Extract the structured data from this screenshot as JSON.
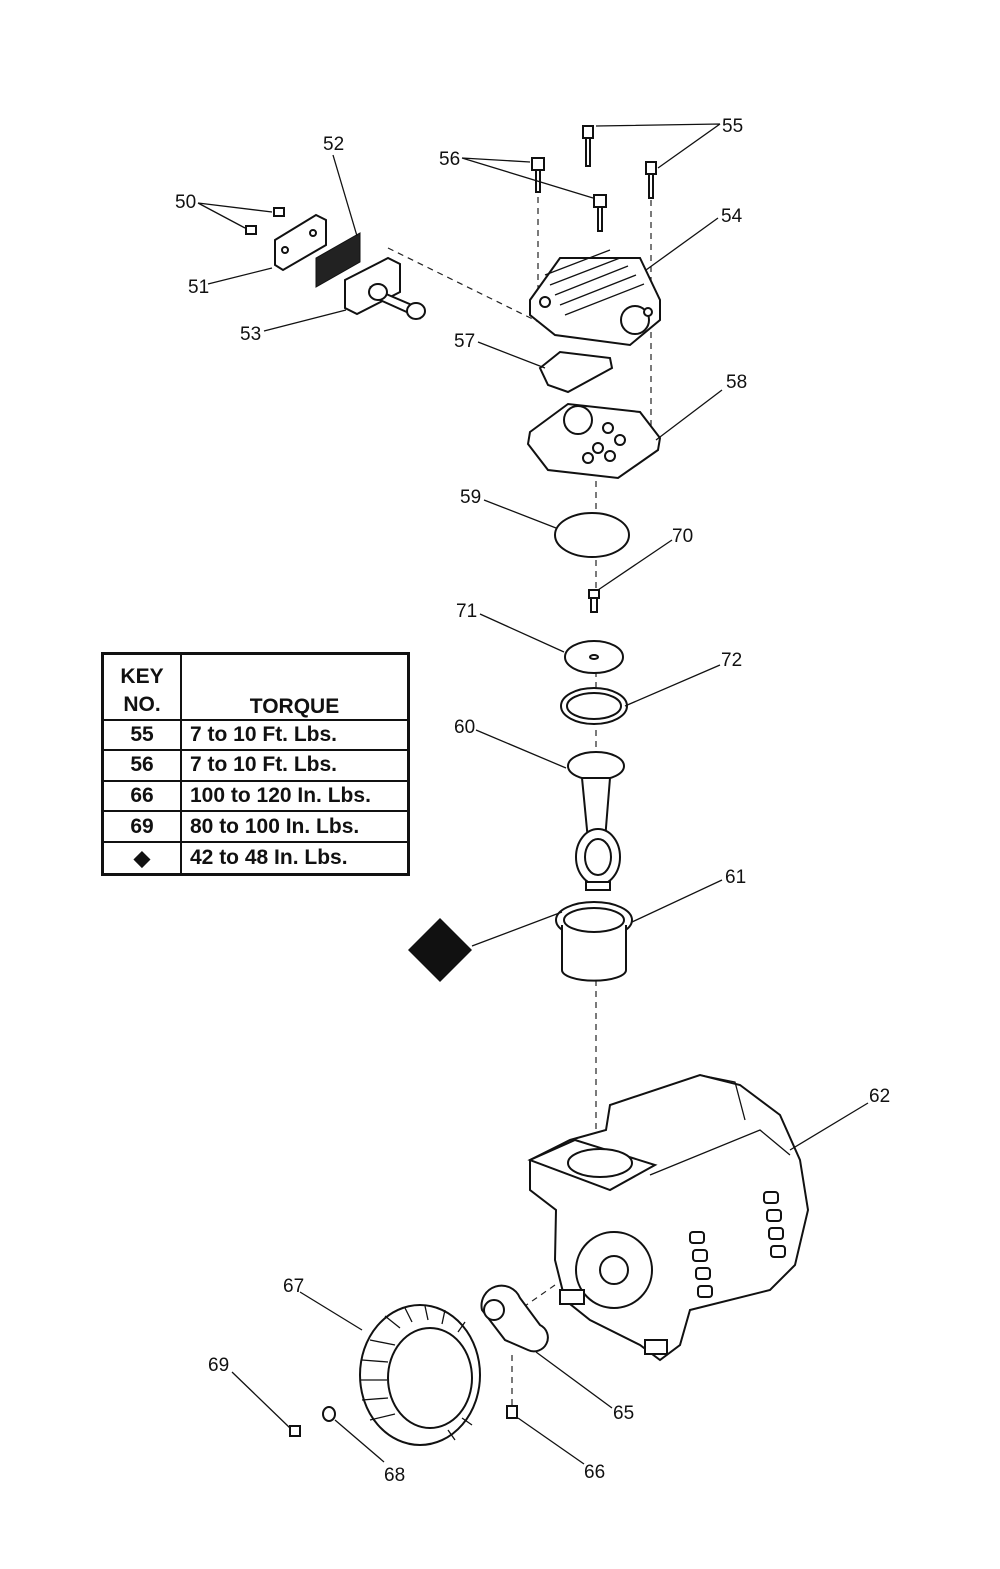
{
  "table": {
    "header_key_line1": "KEY",
    "header_key_line2": "NO.",
    "header_torque": "TORQUE",
    "rows": [
      {
        "key": "55",
        "torque": "7 to 10 Ft. Lbs."
      },
      {
        "key": "56",
        "torque": "7 to 10 Ft. Lbs."
      },
      {
        "key": "66",
        "torque": "100 to 120 In. Lbs."
      },
      {
        "key": "69",
        "torque": "80 to 100 In. Lbs."
      },
      {
        "key": "◆",
        "torque": "42 to 48 In. Lbs."
      }
    ]
  },
  "callouts": {
    "c50": "50",
    "c51": "51",
    "c52": "52",
    "c53": "53",
    "c54": "54",
    "c55": "55",
    "c56": "56",
    "c57": "57",
    "c58": "58",
    "c59": "59",
    "c60": "60",
    "c61": "61",
    "c62": "62",
    "c65": "65",
    "c66": "66",
    "c67": "67",
    "c68": "68",
    "c69": "69",
    "c70": "70",
    "c71": "71",
    "c72": "72"
  }
}
